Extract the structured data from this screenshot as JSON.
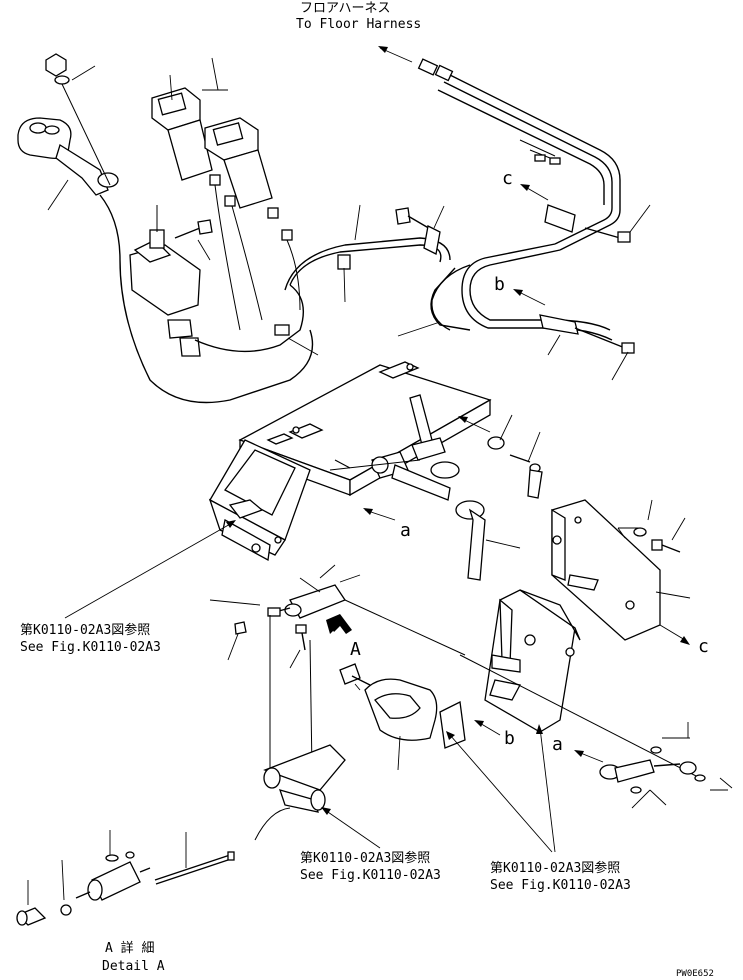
{
  "header": {
    "floor_jp": "フロアハーネス",
    "floor_en": "To Floor Harness"
  },
  "refs": {
    "ref_jp_1": "第K0110-02A3図参照",
    "ref_en_1": "See Fig.K0110-02A3",
    "ref_jp_2": "第K0110-02A3図参照",
    "ref_en_2": "See Fig.K0110-02A3",
    "ref_jp_3": "第K0110-02A3図参照",
    "ref_en_3": "See Fig.K0110-02A3"
  },
  "detail": {
    "jp": "A 詳 細",
    "en": "Detail A"
  },
  "markers": {
    "a1": "a",
    "a2": "a",
    "b1": "b",
    "b2": "b",
    "c1": "c",
    "c2": "c",
    "A": "A"
  },
  "doc_code": "PW0E652"
}
